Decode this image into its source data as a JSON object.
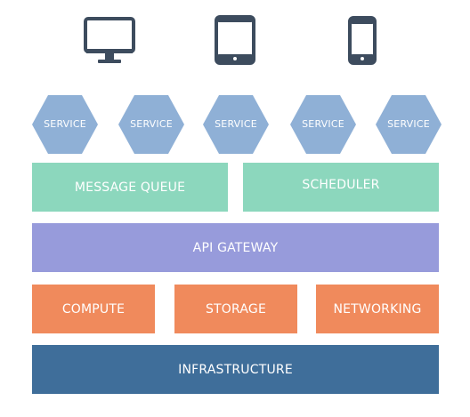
{
  "colors": {
    "device_icon": "#3d4c5e",
    "service_hex": "#8fb0d6",
    "middleware": "#8cd7bd",
    "gateway": "#979bdb",
    "resources": "#f08a5c",
    "infrastructure": "#3f6e9a",
    "text": "#ffffff"
  },
  "devices": [
    {
      "icon": "desktop-monitor-icon"
    },
    {
      "icon": "tablet-icon"
    },
    {
      "icon": "smartphone-icon"
    }
  ],
  "services": [
    {
      "label": "SERVICE"
    },
    {
      "label": "SERVICE"
    },
    {
      "label": "SERVICE"
    },
    {
      "label": "SERVICE"
    },
    {
      "label": "SERVICE"
    }
  ],
  "middleware": {
    "message_queue": "MESSAGE QUEUE",
    "scheduler": "SCHEDULER"
  },
  "gateway": {
    "label": "API GATEWAY"
  },
  "resources": {
    "compute": "COMPUTE",
    "storage": "STORAGE",
    "networking": "NETWORKING"
  },
  "infrastructure": {
    "label": "INFRASTRUCTURE"
  }
}
